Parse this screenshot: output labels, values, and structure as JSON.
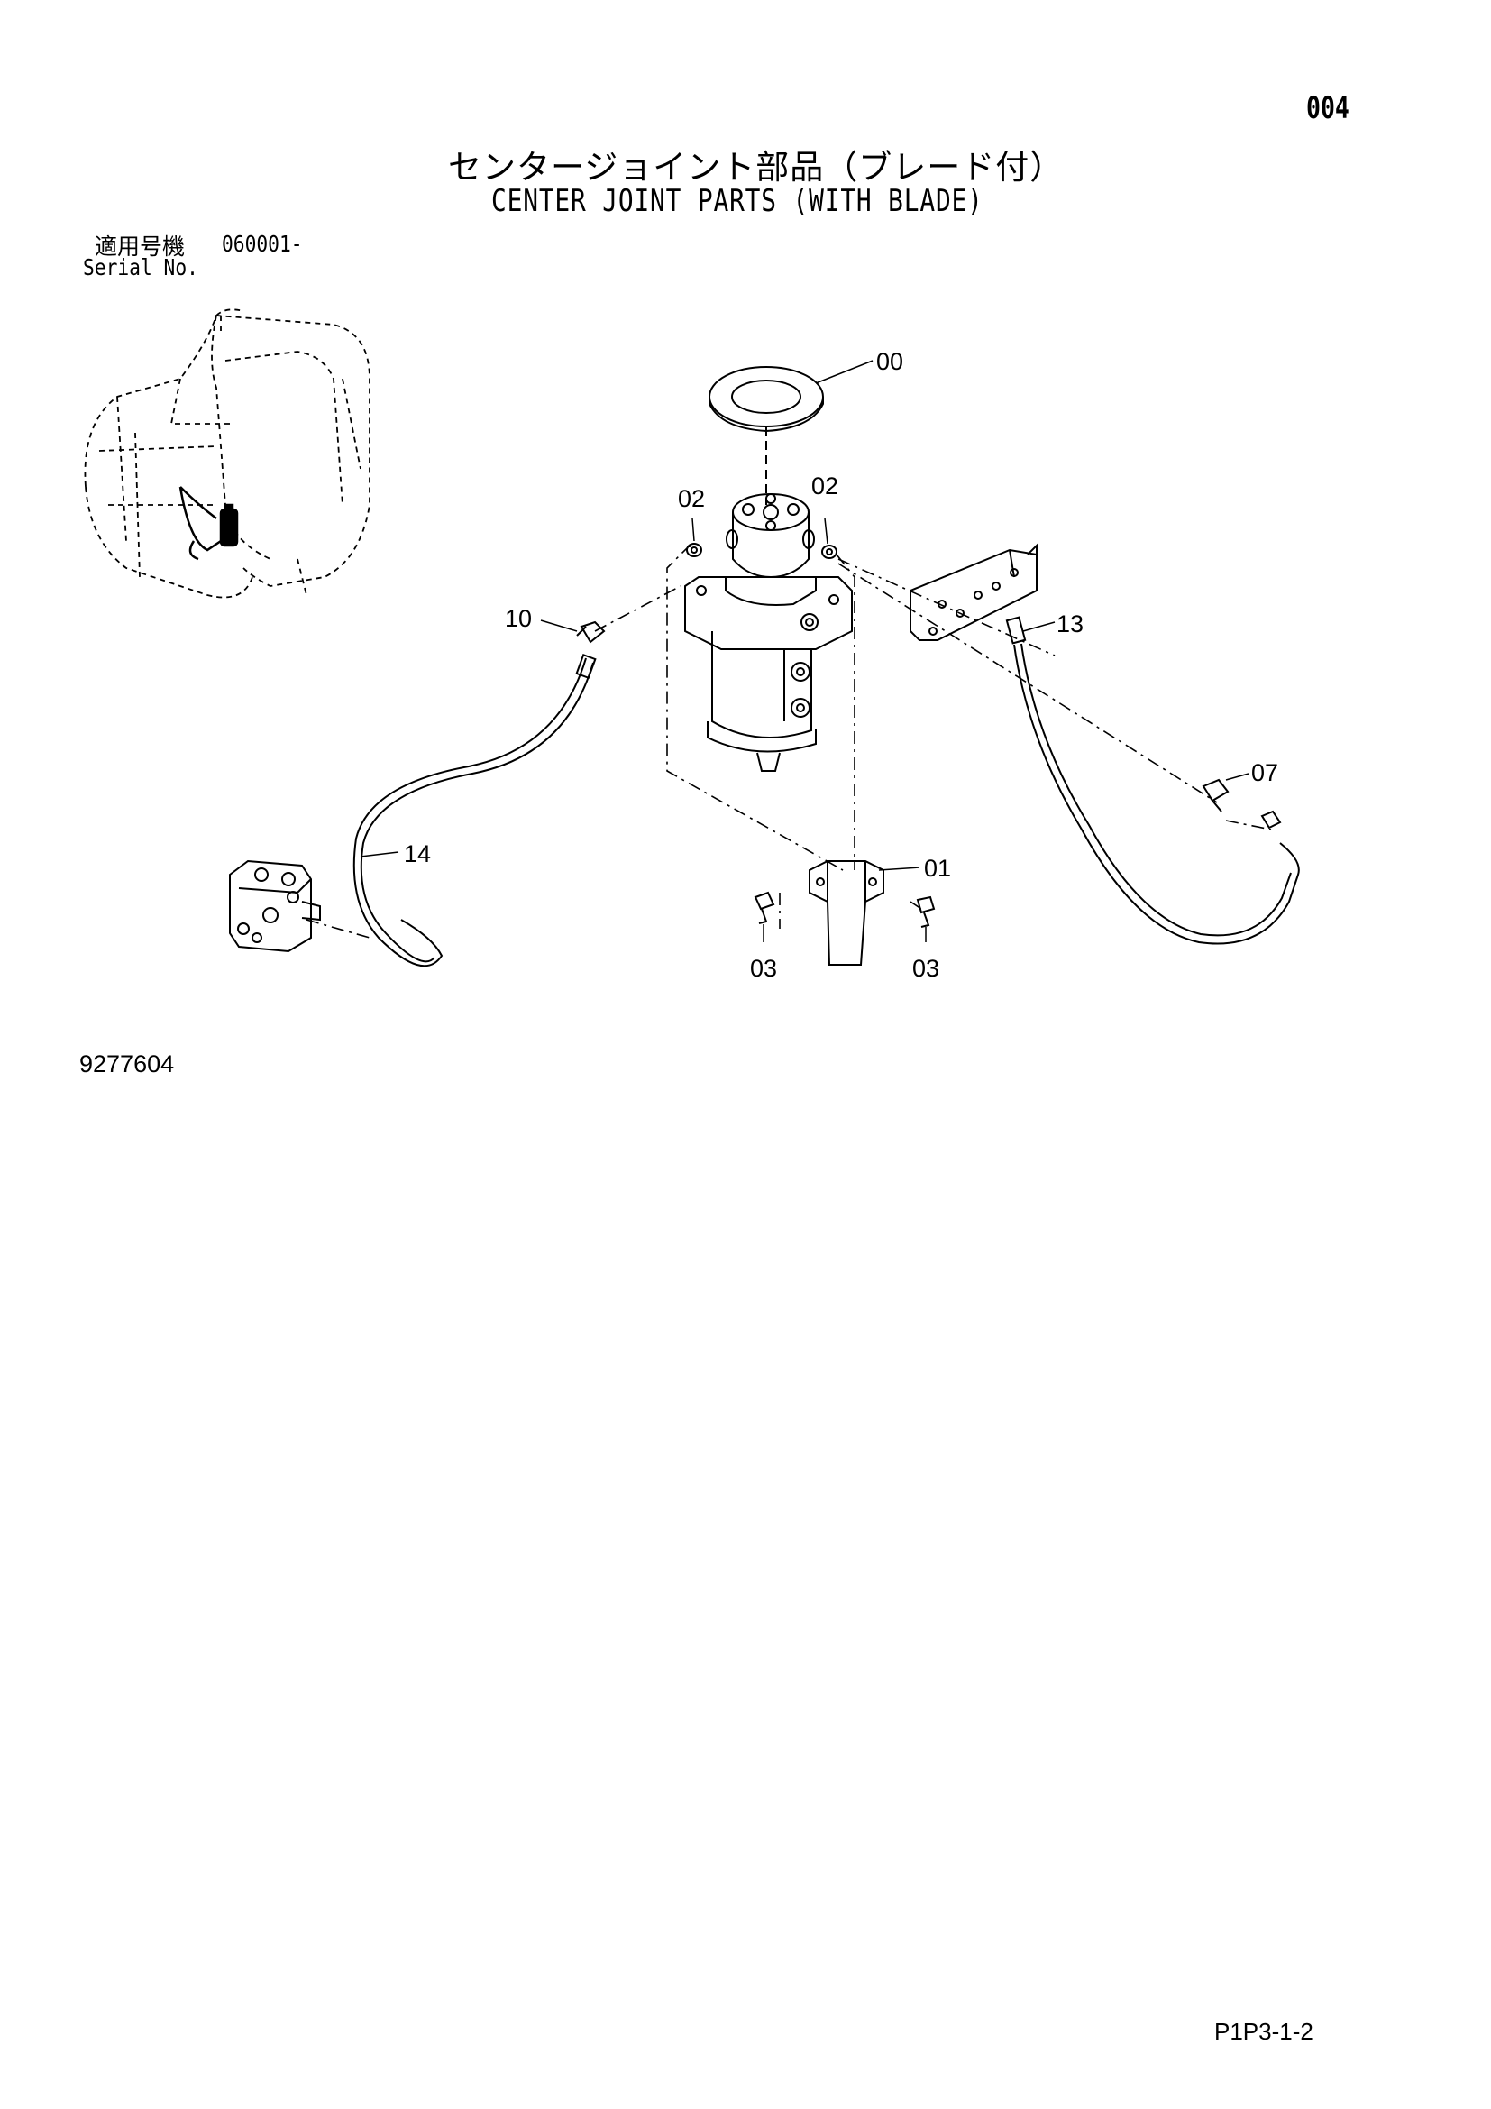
{
  "header": {
    "page_number": "004",
    "title_jp": "センタージョイント部品（ブレード付）",
    "title_en": "CENTER JOINT PARTS (WITH BLADE)"
  },
  "serial": {
    "label_jp": "適用号機",
    "value": "060001-",
    "label_en": "Serial No."
  },
  "callouts": [
    {
      "label": "00"
    },
    {
      "label": "02"
    },
    {
      "label": "02"
    },
    {
      "label": "10"
    },
    {
      "label": "13"
    },
    {
      "label": "07"
    },
    {
      "label": "14"
    },
    {
      "label": "01"
    },
    {
      "label": "03"
    },
    {
      "label": "03"
    }
  ],
  "footer": {
    "drawing_number": "9277604",
    "page_ref": "P1P3-1-2"
  }
}
